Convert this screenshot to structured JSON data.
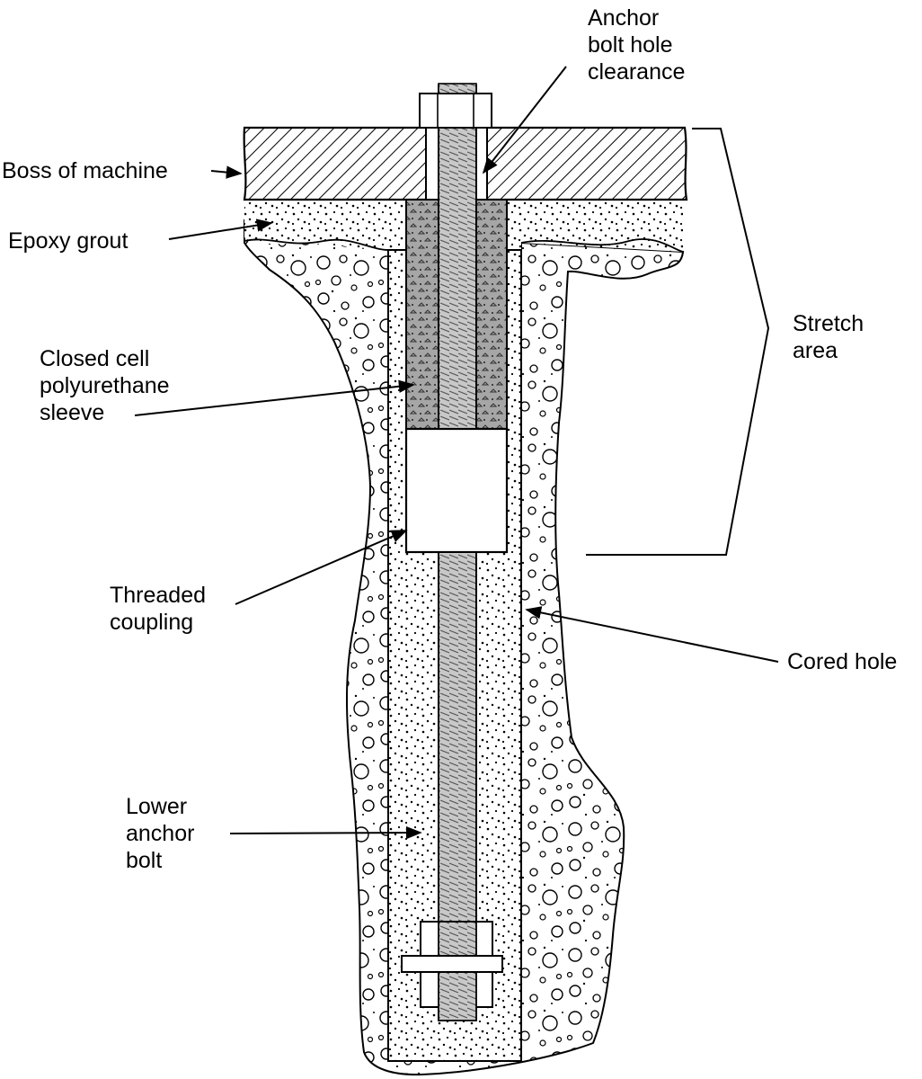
{
  "labels": {
    "anchor_clearance": [
      "Anchor",
      "bolt hole",
      "clearance"
    ],
    "boss": "Boss of machine",
    "epoxy": "Epoxy grout",
    "sleeve": [
      "Closed cell",
      "polyurethane",
      "sleeve"
    ],
    "stretch": [
      "Stretch",
      "area"
    ],
    "coupling": [
      "Threaded",
      "coupling"
    ],
    "cored": "Cored hole",
    "lower_bolt": [
      "Lower",
      "anchor",
      "bolt"
    ]
  },
  "colors": {
    "line": "#000000",
    "background": "#ffffff",
    "sleeve_fill": "#a9a9a9",
    "bolt_thread": "#bdbdbd",
    "hatch": "#000000"
  }
}
